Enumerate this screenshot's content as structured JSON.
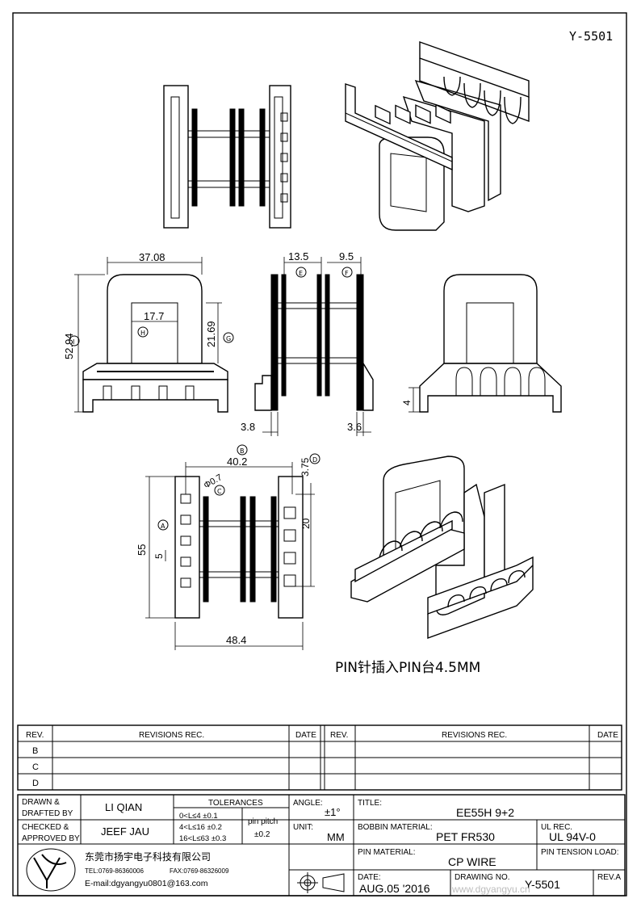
{
  "part_number_top": "Y-5501",
  "dimensions": {
    "d_37_08": "37.08",
    "d_17_7": "17.7",
    "d_52_94": "52.94",
    "d_21_69": "21.69",
    "d_13_5": "13.5",
    "d_9_5": "9.5",
    "d_3_8": "3.8",
    "d_3_6": "3.6",
    "d_4": "4",
    "d_40_2": "40.2",
    "d_phi_0_7": "Φ0.7",
    "d_3_75": "3.75",
    "d_55": "55",
    "d_5": "5",
    "d_20": "20",
    "d_48_4": "48.4"
  },
  "markers": {
    "I": "I",
    "H": "H",
    "G": "G",
    "E": "E",
    "F": "F",
    "B": "B",
    "C": "C",
    "A": "A",
    "D": "D"
  },
  "note": "PIN针插入PIN台4.5MM",
  "revisions": {
    "headers": {
      "rev": "REV.",
      "revisions": "REVISIONS   REC.",
      "date": "DATE"
    },
    "rows": [
      "B",
      "C",
      "D"
    ]
  },
  "title_block": {
    "drawn_label_1": "DRAWN &",
    "drawn_label_2": "DRAFTED BY",
    "drawn_by": "LI QIAN",
    "checked_label_1": "CHECKED &",
    "checked_label_2": "APPROVED BY",
    "checked_by": "JEEF JAU",
    "tolerances_label": "TOLERANCES",
    "tol_1": "0<L≤4   ±0.1",
    "tol_2": "4<L≤16  ±0.2",
    "tol_3": "16<L≤63 ±0.3",
    "pin_pitch_label": "pin pitch",
    "pin_pitch_value": "±0.2",
    "angle_label": "ANGLE:",
    "angle_value": "±1°",
    "unit_label": "UNIT:",
    "unit_value": "MM",
    "title_label": "TITLE:",
    "title_value": "EE55H  9+2",
    "bobbin_label": "BOBBIN MATERIAL:",
    "bobbin_value": "PET  FR530",
    "ul_label": "UL  REC.",
    "ul_value": "UL  94V-0",
    "pin_material_label": "PIN MATERIAL:",
    "pin_material_value": "CP  WIRE",
    "pin_tension_label": "PIN TENSION LOAD:",
    "date_label": "DATE:",
    "date_value": "AUG.05  '2016",
    "drawing_no_label": "DRAWING  NO.",
    "drawing_no_value": "Y-5501",
    "reva_label": "REV.A",
    "company_name": "东莞市扬宇电子科技有限公司",
    "tel": "TEL:0769-86360006",
    "fax": "FAX:0769-86326009",
    "email": "E-mail:dgyangyu0801@163.com",
    "watermark": "www.dgyangyu.cn"
  }
}
